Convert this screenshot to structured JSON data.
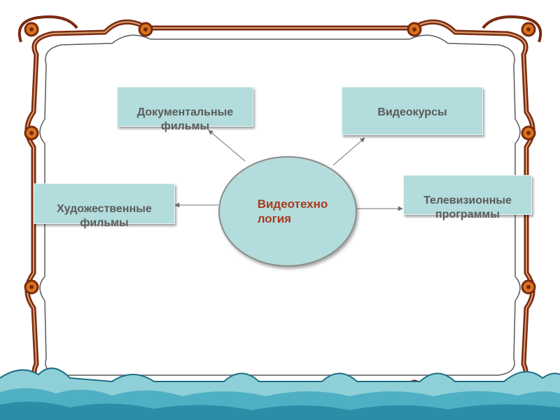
{
  "diagram": {
    "center": {
      "label": "Видеотехно\nлогия"
    },
    "nodes": [
      {
        "id": "documentary",
        "label": "Документальные\nфильмы"
      },
      {
        "id": "video-courses",
        "label": "Видеокурсы"
      },
      {
        "id": "feature",
        "label": "Художественные\nфильмы"
      },
      {
        "id": "tv",
        "label": "Телевизионные\nпрограммы"
      }
    ],
    "edges": [
      {
        "from": "center",
        "to": "documentary"
      },
      {
        "from": "center",
        "to": "video-courses"
      },
      {
        "from": "center",
        "to": "feature"
      },
      {
        "from": "center",
        "to": "tv"
      }
    ]
  },
  "colors": {
    "box_fill": "#b3dcdc",
    "box_text": "#5a5a5a",
    "center_text": "#a83a1c",
    "frame_dark": "#7a2a10",
    "frame_orange": "#d9731c",
    "wave_light": "#8fd0d8",
    "wave_dark": "#2a8fa6"
  }
}
